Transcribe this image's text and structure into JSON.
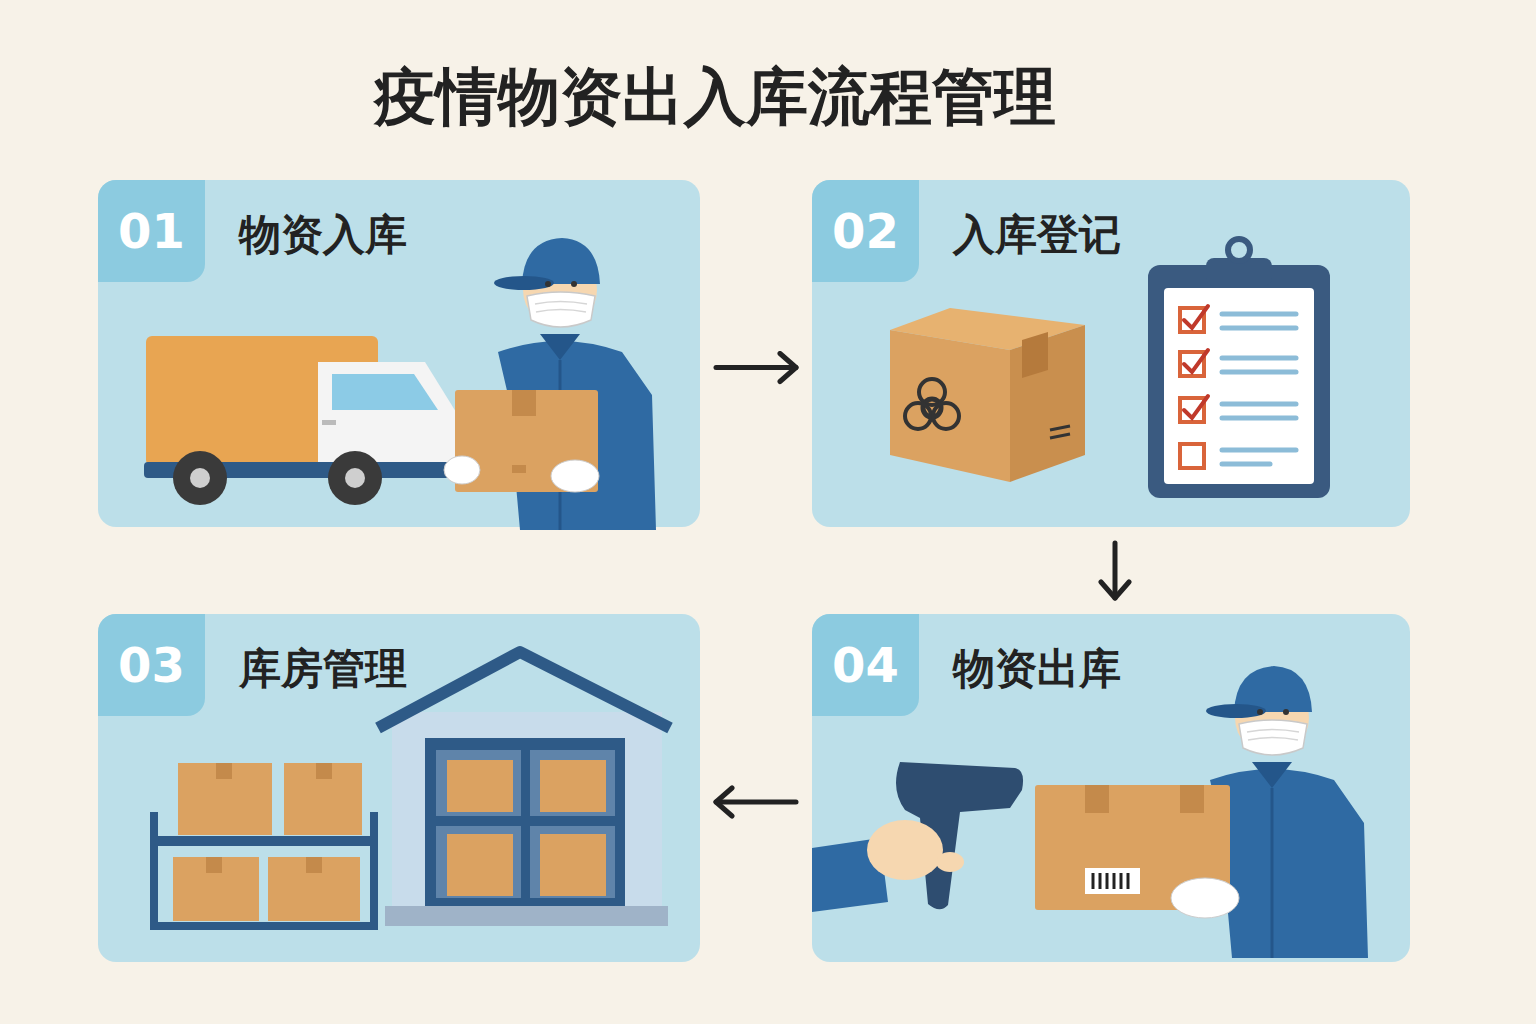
{
  "diagram": {
    "title": "疫情物资出入库流程管理",
    "nodes": [
      {
        "text": [
          "01",
          "物资入库"
        ]
      },
      {
        "text": [
          "02",
          "入库登记"
        ]
      },
      {
        "text": [
          "03",
          "库房管理"
        ]
      },
      {
        "text": [
          "04",
          "物资出库"
        ]
      }
    ],
    "edges": [
      {
        "from": 0,
        "to": 1,
        "arrow": "to"
      },
      {
        "from": 1,
        "to": 3,
        "arrow": "to"
      },
      {
        "from": 3,
        "to": 2,
        "arrow": "to"
      }
    ]
  }
}
